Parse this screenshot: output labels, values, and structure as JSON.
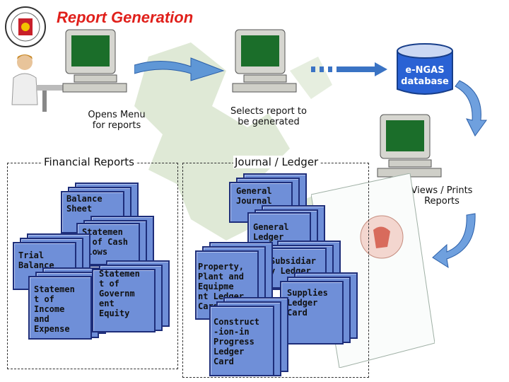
{
  "header": {
    "title": "Report Generation"
  },
  "flow": {
    "step1": "Opens Menu\nfor reports",
    "step2": "Selects report to\nbe generated",
    "database": "e-NGAS\ndatabase",
    "output": "Views / Prints\nReports"
  },
  "financial": {
    "heading": "Financial Reports",
    "balance_sheet": "Balance\nSheet",
    "cash_flows": "Statemen\nt of Cash\nFlows",
    "trial_balance": "Trial\nBalance",
    "income_expense": "Statemen\nt of\nIncome\nand\nExpense",
    "govt_equity": "Statemen\nt of\nGovernm\nent\nEquity"
  },
  "journal": {
    "heading": "Journal / Ledger",
    "general_journal": "General\nJournal",
    "general_ledger": "General\nLedger",
    "subsidiary_ledger": "Subsidiar\ny Ledger",
    "ppe_ledger": "Property,\nPlant and\nEquipme\nnt Ledger\nCard",
    "supplies_ledger": "Supplies\nLedger\nCard",
    "cip_ledger": "Construct\n-ion-in\nProgress\nLedger\nCard"
  }
}
